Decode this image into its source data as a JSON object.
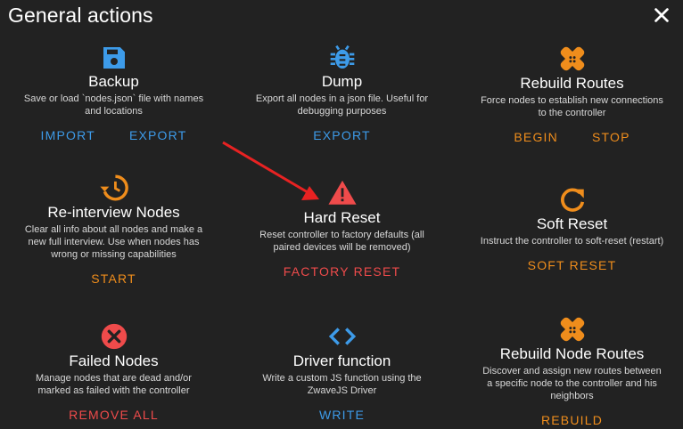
{
  "dialog": {
    "title": "General actions"
  },
  "colors": {
    "blue": "#3d9be9",
    "orange": "#ef8d1c",
    "red": "#ef4b4b",
    "background": "#222222"
  },
  "cards": [
    {
      "id": "backup",
      "icon": "save-icon",
      "title": "Backup",
      "desc": [
        "Save or load `nodes.json` file with names",
        "and locations"
      ],
      "buttons": [
        "IMPORT",
        "EXPORT"
      ]
    },
    {
      "id": "dump",
      "icon": "bug-icon",
      "title": "Dump",
      "desc": [
        "Export all nodes in a json file. Useful for",
        "debugging purposes"
      ],
      "buttons": [
        "EXPORT"
      ]
    },
    {
      "id": "rebuild-routes",
      "icon": "bandage-icon",
      "title": "Rebuild Routes",
      "desc": [
        "Force nodes to establish new connections",
        "to the controller"
      ],
      "buttons": [
        "BEGIN",
        "STOP"
      ]
    },
    {
      "id": "reinterview",
      "icon": "history-icon",
      "title": "Re-interview Nodes",
      "desc": [
        "Clear all info about all nodes and make a",
        "new full interview. Use when nodes has",
        "wrong or missing capabilities"
      ],
      "buttons": [
        "START"
      ]
    },
    {
      "id": "hard-reset",
      "icon": "warning-icon",
      "title": "Hard Reset",
      "desc": [
        "Reset controller to factory defaults (all",
        "paired devices will be removed)"
      ],
      "buttons": [
        "FACTORY RESET"
      ]
    },
    {
      "id": "soft-reset",
      "icon": "refresh-icon",
      "title": "Soft Reset",
      "desc": [
        "Instruct the controller to soft-reset (restart)"
      ],
      "buttons": [
        "SOFT RESET"
      ]
    },
    {
      "id": "failed-nodes",
      "icon": "error-circle-icon",
      "title": "Failed Nodes",
      "desc": [
        "Manage nodes that are dead and/or",
        "marked as failed with the controller"
      ],
      "buttons": [
        "REMOVE ALL"
      ]
    },
    {
      "id": "driver-function",
      "icon": "code-icon",
      "title": "Driver function",
      "desc": [
        "Write a custom JS function using the",
        "ZwaveJS Driver"
      ],
      "buttons": [
        "WRITE"
      ]
    },
    {
      "id": "rebuild-node-routes",
      "icon": "bandage-icon",
      "title": "Rebuild Node Routes",
      "desc": [
        "Discover and assign new routes between",
        "a specific node to the controller and his",
        "neighbors"
      ],
      "buttons": [
        "REBUILD"
      ]
    }
  ]
}
